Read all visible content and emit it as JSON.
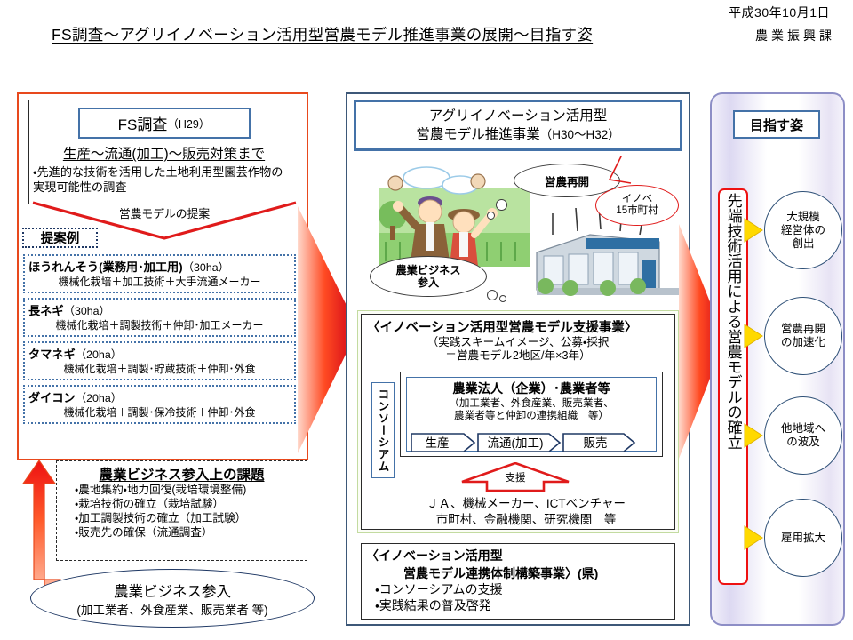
{
  "header": {
    "date": "平成30年10月1日",
    "department": "農業振興課",
    "title": "FS調査～アグリイノベーション活用型営農モデル推進事業の展開～目指す姿"
  },
  "colors": {
    "left_panel_border": "#e8491d",
    "center_panel_border": "#3d5878",
    "right_panel_border": "#8d8ec6",
    "accent_blue": "#4472a8",
    "accent_red": "#ee1111",
    "green_box": "#c3dba0",
    "yellow_bullet": "#ffd900"
  },
  "left": {
    "fs": {
      "title": "FS調査",
      "title_year": "（H29）",
      "subtitle": "生産～流通(加工)～販売対策まで",
      "bullet": "・先進的な技術を活用した土地利用型園芸作物の実現可能性の調査"
    },
    "chevron_label": "営農モデルの提案",
    "proposal_tag": "提案例",
    "crops": [
      {
        "name": "ほうれんそう(業務用･加工用)",
        "area": "（30ha）",
        "tech": "機械化栽培＋加工技術＋大手流通メーカー"
      },
      {
        "name": "長ネギ",
        "area": "（30ha）",
        "tech": "機械化栽培＋調製技術＋仲卸･加工メーカー"
      },
      {
        "name": "タマネギ",
        "area": "（20ha）",
        "tech": "機械化栽培＋調製･貯蔵技術＋仲卸･外食"
      },
      {
        "name": "ダイコン",
        "area": "（20ha）",
        "tech": "機械化栽培＋調製･保冷技術＋仲卸･外食"
      }
    ],
    "issues": {
      "title": "農業ビジネス参入上の課題",
      "items": [
        "・農地集約・地力回復(栽培環境整備)",
        "・栽培技術の確立（栽培試験）",
        "・加工調製技術の確立（加工試験）",
        "・販売先の確保（流通調査）"
      ]
    },
    "entry": {
      "line1": "農業ビジネス参入",
      "line2": "(加工業者、外食産業、販売業者 等)"
    }
  },
  "center": {
    "title_line1": "アグリイノベーション活用型",
    "title_line2": "営農モデル推進事業",
    "title_year": "（H30～H32）",
    "illustration": {
      "bubble_top": "営農再開",
      "bubble_bottom_l1": "農業ビジネス",
      "bubble_bottom_l2": "参入",
      "callout_l1": "イノベ",
      "callout_l2": "15市町村"
    },
    "support_project": {
      "heading": "〈イノベーション活用型営農モデル支援事業〉",
      "sub_l1": "（実践スキームイメージ、公募・採択",
      "sub_l2": "＝営農モデル2地区/年×3年）",
      "consortium_label": "コンソーシアム",
      "corp_title": "農業法人（企業）･農業者等",
      "corp_sub_l1": "（加工業者、外食産業、販売業者、",
      "corp_sub_l2": "農業者等と仲卸の連携組織　等）",
      "flow": [
        "生産",
        "流通(加工)",
        "販売"
      ],
      "support_label": "支援",
      "supporters_l1": "ＪＡ、機械メーカー、ICTベンチャー",
      "supporters_l2": "市町村、金融機関、研究機関　等"
    },
    "linkage_project": {
      "heading_l1": "〈イノベーション活用型",
      "heading_l2": "営農モデル連携体制構築事業〉(県)",
      "items": [
        "・コンソーシアムの支援",
        "・実践結果の普及啓発"
      ]
    }
  },
  "right": {
    "title": "目指す姿",
    "vertical_text": "先端技術活用による営農モデルの確立",
    "outcomes": [
      {
        "l1": "大規模",
        "l2": "経営体の",
        "l3": "創出"
      },
      {
        "l1": "営農再開",
        "l2": "の加速化",
        "l3": ""
      },
      {
        "l1": "他地域へ",
        "l2": "の波及",
        "l3": ""
      },
      {
        "l1": "雇用拡大",
        "l2": "",
        "l3": ""
      }
    ]
  }
}
